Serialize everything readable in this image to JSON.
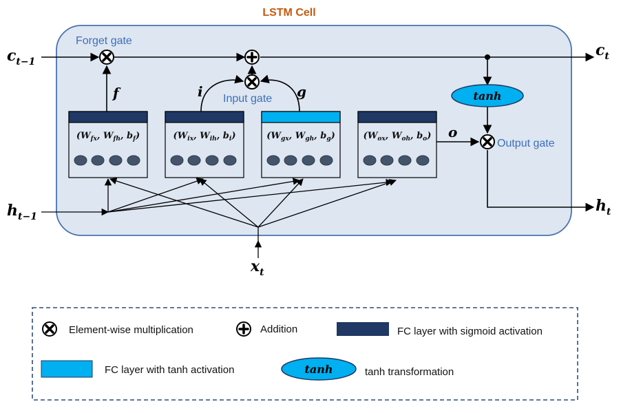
{
  "title": "LSTM Cell",
  "gate_labels": {
    "forget": "Forget gate",
    "input": "Input gate",
    "output": "Output gate"
  },
  "vars": {
    "c_prev": "c",
    "c_prev_sub": "t−1",
    "h_prev": "h",
    "h_prev_sub": "t−1",
    "c_out": "c",
    "c_out_sub": "t",
    "h_out": "h",
    "h_out_sub": "t",
    "x_in": "x",
    "x_in_sub": "t",
    "f": "f",
    "i": "i",
    "g": "g",
    "o": "o",
    "tanh": "tanh"
  },
  "fc_layers": [
    {
      "id": "forget",
      "activation": "sigmoid",
      "w1": "W",
      "w1_sub": "fx",
      "w2": "W",
      "w2_sub": "fh",
      "b": "b",
      "b_sub": "f"
    },
    {
      "id": "input",
      "activation": "sigmoid",
      "w1": "W",
      "w1_sub": "ix",
      "w2": "W",
      "w2_sub": "ih",
      "b": "b",
      "b_sub": "i"
    },
    {
      "id": "cand",
      "activation": "tanh",
      "w1": "W",
      "w1_sub": "gx",
      "w2": "W",
      "w2_sub": "gh",
      "b": "b",
      "b_sub": "g"
    },
    {
      "id": "output",
      "activation": "sigmoid",
      "w1": "W",
      "w1_sub": "ox",
      "w2": "W",
      "w2_sub": "oh",
      "b": "b",
      "b_sub": "o"
    }
  ],
  "legend": {
    "mult": "Element-wise multiplication",
    "add": "Addition",
    "sigmoid_fc": "FC layer with sigmoid activation",
    "tanh_fc": "FC layer with tanh activation",
    "tanh_oval": "tanh",
    "tanh_transform": "tanh transformation"
  },
  "colors": {
    "title": "#c55a11",
    "gate_label": "#3f6fb7",
    "cell_fill": "#dde6f1",
    "cell_border": "#4a72b0",
    "sigmoid_bar": "#1f3864",
    "tanh_bar": "#00b0f0",
    "neuron": "#44546a"
  }
}
